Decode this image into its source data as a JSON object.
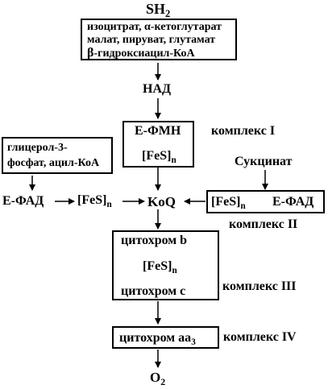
{
  "substrate": {
    "base": "SH",
    "sub": "2"
  },
  "substrates_box": {
    "line1": "изоцитрат, α-кетоглутарат",
    "line2": "малат, пируват, глутамат",
    "line3_prefix": "β",
    "line3_rest": "-гидроксиацил-КоА"
  },
  "nad": "НАД",
  "complex1": {
    "fmn": "Е-ФМН",
    "fes_base": "[FeS]",
    "fes_sub": "n",
    "label": "комплекс I"
  },
  "glycerol_box": {
    "line1": "глицерол-3-",
    "line2": "фосфат, ацил-КоА"
  },
  "e_fad_left": "Е-ФАД",
  "fes_mid": {
    "base": "[FeS]",
    "sub": "n"
  },
  "koq": "KoQ",
  "succinate": "Сукцинат",
  "complex2": {
    "fes_base": "[FeS]",
    "fes_sub": "n",
    "fad": "Е-ФАД",
    "label": "комплекс II"
  },
  "complex3": {
    "cyt_b": "цитохром b",
    "fes_base": "[FeS]",
    "fes_sub": "n",
    "cyt_c": "цитохром с",
    "label": "комплекс III"
  },
  "complex4": {
    "cyt_aa_base": "цитохром аа",
    "cyt_aa_sub": "3",
    "label": "комплекс IV"
  },
  "oxygen": {
    "base": "O",
    "sub": "2"
  }
}
